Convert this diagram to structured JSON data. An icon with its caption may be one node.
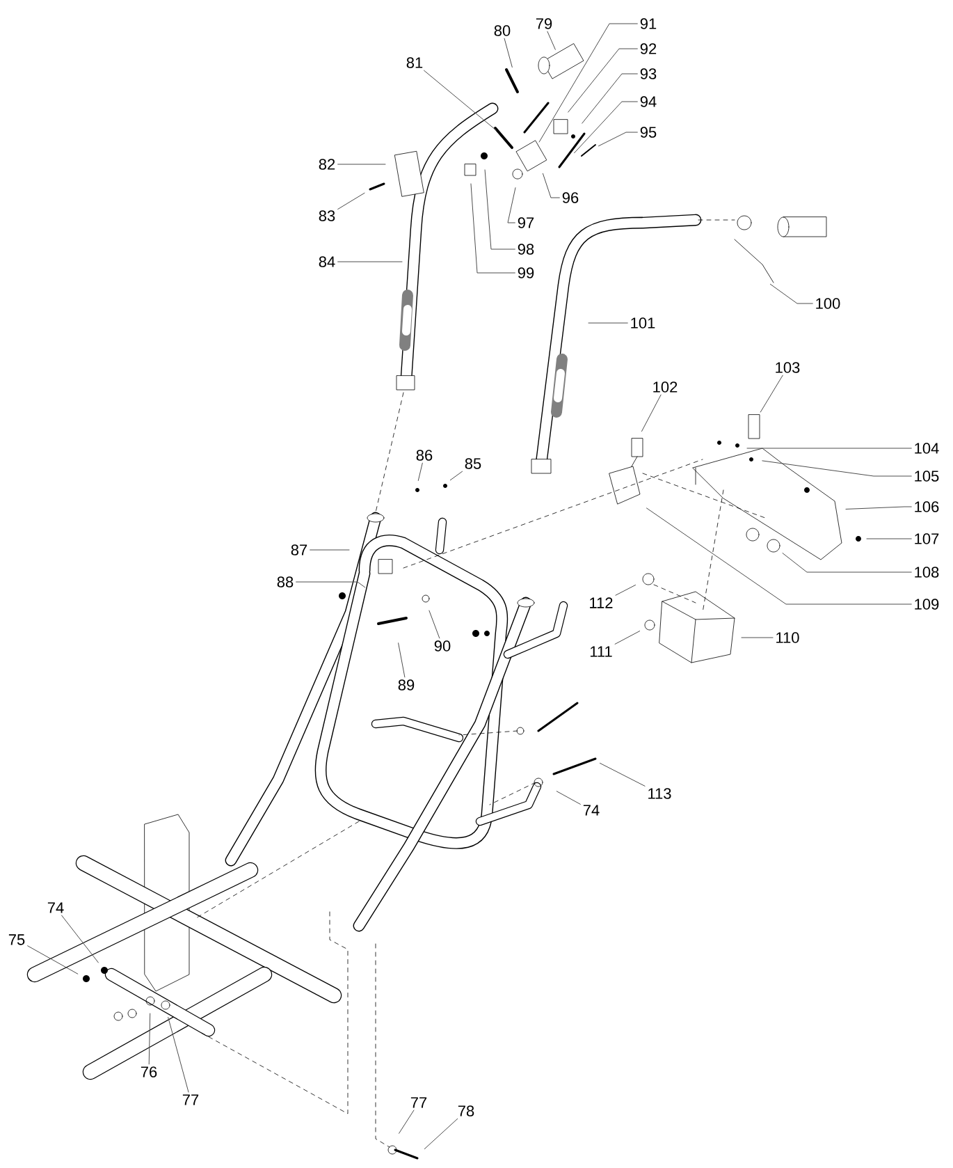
{
  "diagram": {
    "nodes": [
      {
        "text": [
          "79"
        ]
      },
      {
        "text": [
          "80"
        ]
      },
      {
        "text": [
          "81"
        ]
      },
      {
        "text": [
          "91"
        ]
      },
      {
        "text": [
          "92"
        ]
      },
      {
        "text": [
          "93"
        ]
      },
      {
        "text": [
          "94"
        ]
      },
      {
        "text": [
          "95"
        ]
      },
      {
        "text": [
          "82"
        ]
      },
      {
        "text": [
          "83"
        ]
      },
      {
        "text": [
          "96"
        ]
      },
      {
        "text": [
          "97"
        ]
      },
      {
        "text": [
          "98"
        ]
      },
      {
        "text": [
          "84"
        ]
      },
      {
        "text": [
          "99"
        ]
      },
      {
        "text": [
          "100"
        ]
      },
      {
        "text": [
          "101"
        ]
      },
      {
        "text": [
          "102"
        ]
      },
      {
        "text": [
          "103"
        ]
      },
      {
        "text": [
          "104"
        ]
      },
      {
        "text": [
          "105"
        ]
      },
      {
        "text": [
          "106"
        ]
      },
      {
        "text": [
          "107"
        ]
      },
      {
        "text": [
          "108"
        ]
      },
      {
        "text": [
          "109"
        ]
      },
      {
        "text": [
          "86"
        ]
      },
      {
        "text": [
          "85"
        ]
      },
      {
        "text": [
          "87"
        ]
      },
      {
        "text": [
          "88"
        ]
      },
      {
        "text": [
          "112"
        ]
      },
      {
        "text": [
          "111"
        ]
      },
      {
        "text": [
          "110"
        ]
      },
      {
        "text": [
          "90"
        ]
      },
      {
        "text": [
          "89"
        ]
      },
      {
        "text": [
          "113"
        ]
      },
      {
        "text": [
          "74"
        ]
      },
      {
        "text": [
          "74"
        ]
      },
      {
        "text": [
          "75"
        ]
      },
      {
        "text": [
          "76"
        ]
      },
      {
        "text": [
          "77"
        ]
      },
      {
        "text": [
          "77"
        ]
      },
      {
        "text": [
          "78"
        ]
      }
    ],
    "edges": [
      {
        "from": 0,
        "to": null,
        "arrow": "none"
      },
      {
        "from": 1,
        "to": null,
        "arrow": "none"
      },
      {
        "from": 2,
        "to": null,
        "arrow": "none"
      },
      {
        "from": 3,
        "to": null,
        "arrow": "none"
      },
      {
        "from": 4,
        "to": null,
        "arrow": "none"
      },
      {
        "from": 5,
        "to": null,
        "arrow": "none"
      },
      {
        "from": 6,
        "to": null,
        "arrow": "none"
      },
      {
        "from": 7,
        "to": null,
        "arrow": "none"
      },
      {
        "from": 8,
        "to": null,
        "arrow": "none"
      },
      {
        "from": 9,
        "to": null,
        "arrow": "none"
      },
      {
        "from": 10,
        "to": null,
        "arrow": "none"
      },
      {
        "from": 11,
        "to": null,
        "arrow": "none"
      },
      {
        "from": 12,
        "to": null,
        "arrow": "none"
      },
      {
        "from": 13,
        "to": null,
        "arrow": "none"
      },
      {
        "from": 14,
        "to": null,
        "arrow": "none"
      },
      {
        "from": 15,
        "to": null,
        "arrow": "none"
      },
      {
        "from": 16,
        "to": null,
        "arrow": "none"
      },
      {
        "from": 17,
        "to": null,
        "arrow": "none"
      },
      {
        "from": 18,
        "to": null,
        "arrow": "none"
      },
      {
        "from": 19,
        "to": null,
        "arrow": "none"
      },
      {
        "from": 20,
        "to": null,
        "arrow": "none"
      },
      {
        "from": 21,
        "to": null,
        "arrow": "none"
      },
      {
        "from": 22,
        "to": null,
        "arrow": "none"
      },
      {
        "from": 23,
        "to": null,
        "arrow": "none"
      },
      {
        "from": 24,
        "to": null,
        "arrow": "none"
      },
      {
        "from": 25,
        "to": null,
        "arrow": "none"
      },
      {
        "from": 26,
        "to": null,
        "arrow": "none"
      },
      {
        "from": 27,
        "to": null,
        "arrow": "none"
      },
      {
        "from": 28,
        "to": null,
        "arrow": "none"
      },
      {
        "from": 29,
        "to": null,
        "arrow": "none"
      },
      {
        "from": 30,
        "to": null,
        "arrow": "none"
      },
      {
        "from": 31,
        "to": null,
        "arrow": "none"
      },
      {
        "from": 32,
        "to": null,
        "arrow": "none"
      },
      {
        "from": 33,
        "to": null,
        "arrow": "none"
      },
      {
        "from": 34,
        "to": null,
        "arrow": "none"
      },
      {
        "from": 35,
        "to": null,
        "arrow": "none"
      },
      {
        "from": 36,
        "to": null,
        "arrow": "none"
      },
      {
        "from": 37,
        "to": null,
        "arrow": "none"
      },
      {
        "from": 38,
        "to": null,
        "arrow": "none"
      },
      {
        "from": 39,
        "to": null,
        "arrow": "none"
      },
      {
        "from": 40,
        "to": null,
        "arrow": "none"
      },
      {
        "from": 41,
        "to": null,
        "arrow": "none"
      }
    ]
  }
}
